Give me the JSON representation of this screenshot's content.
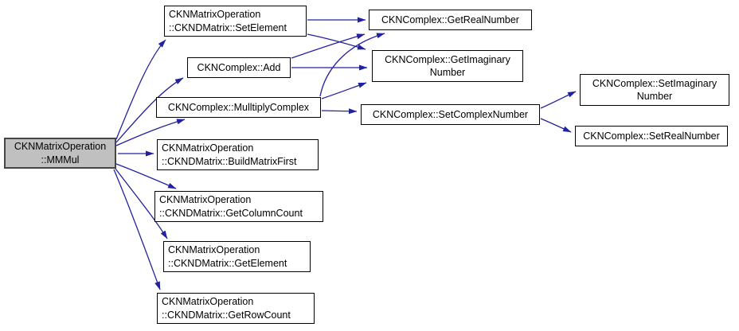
{
  "diagram": {
    "kind": "doxygen-call-graph",
    "colors": {
      "edge": "#2222a0",
      "node_border": "#000000",
      "node_fill": "#ffffff",
      "root_fill": "#c0c0c0",
      "root_border": "#454545",
      "text": "#000000",
      "background": "#ffffff"
    },
    "nodes": {
      "mmmul": {
        "line1": "CKNMatrixOperation",
        "line2": "::MMMul"
      },
      "set_element": {
        "line1": "CKNMatrixOperation",
        "line2": "::CKNDMatrix::SetElement"
      },
      "add": {
        "line1": "CKNComplex::Add"
      },
      "multiply_complex": {
        "line1": "CKNComplex::MulltiplyComplex"
      },
      "build_matrix_first": {
        "line1": "CKNMatrixOperation",
        "line2": "::CKNDMatrix::BuildMatrixFirst"
      },
      "get_column_count": {
        "line1": "CKNMatrixOperation",
        "line2": "::CKNDMatrix::GetColumnCount"
      },
      "get_element": {
        "line1": "CKNMatrixOperation",
        "line2": "::CKNDMatrix::GetElement"
      },
      "get_row_count": {
        "line1": "CKNMatrixOperation",
        "line2": "::CKNDMatrix::GetRowCount"
      },
      "get_real_number": {
        "line1": "CKNComplex::GetRealNumber"
      },
      "get_imaginary_number": {
        "line1": "CKNComplex::GetImaginary",
        "line2": "Number"
      },
      "set_complex_number": {
        "line1": "CKNComplex::SetComplexNumber"
      },
      "set_imaginary_number": {
        "line1": "CKNComplex::SetImaginary",
        "line2": "Number"
      },
      "set_real_number": {
        "line1": "CKNComplex::SetRealNumber"
      }
    },
    "edges": [
      {
        "from": "mmmul",
        "to": "set_element"
      },
      {
        "from": "mmmul",
        "to": "add"
      },
      {
        "from": "mmmul",
        "to": "multiply_complex"
      },
      {
        "from": "mmmul",
        "to": "build_matrix_first"
      },
      {
        "from": "mmmul",
        "to": "get_column_count"
      },
      {
        "from": "mmmul",
        "to": "get_element"
      },
      {
        "from": "mmmul",
        "to": "get_row_count"
      },
      {
        "from": "set_element",
        "to": "get_real_number"
      },
      {
        "from": "set_element",
        "to": "get_imaginary_number"
      },
      {
        "from": "add",
        "to": "get_real_number"
      },
      {
        "from": "add",
        "to": "get_imaginary_number"
      },
      {
        "from": "multiply_complex",
        "to": "get_real_number"
      },
      {
        "from": "multiply_complex",
        "to": "get_imaginary_number"
      },
      {
        "from": "multiply_complex",
        "to": "set_complex_number"
      },
      {
        "from": "set_complex_number",
        "to": "set_imaginary_number"
      },
      {
        "from": "set_complex_number",
        "to": "set_real_number"
      }
    ]
  }
}
